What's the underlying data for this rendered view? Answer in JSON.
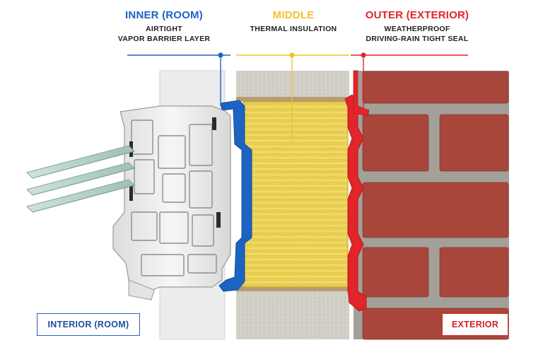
{
  "zones": {
    "inner": {
      "title": "INNER (ROOM)",
      "line1": "AIRTIGHT",
      "line2": "VAPOR BARRIER LAYER",
      "color": "#1d63c3"
    },
    "middle": {
      "title": "MIDDLE",
      "line1": "THERMAL INSULATION",
      "color": "#f2c12e"
    },
    "outer": {
      "title": "OUTER (EXTERIOR)",
      "line1": "WEATHERPROOF",
      "line2": "DRIVING-RAIN TIGHT SEAL",
      "color": "#e2242b"
    }
  },
  "labels": {
    "interior": "INTERIOR (ROOM)",
    "exterior": "EXTERIOR"
  },
  "materials": {
    "brick": "#a8463c",
    "mortar": "#a3a09a",
    "insulation": "#eed65a",
    "plaster": "#ebebeb",
    "frame": "#f2f2f0",
    "glass": "#b9d3cc"
  }
}
